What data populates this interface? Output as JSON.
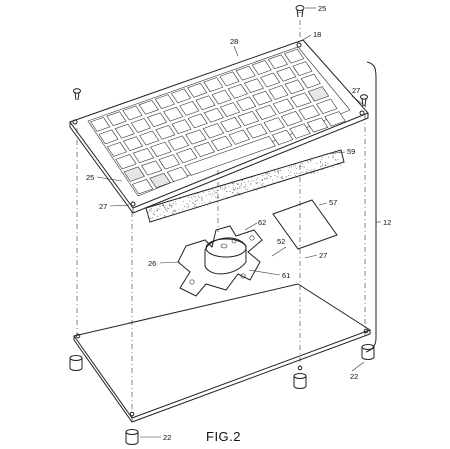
{
  "figure": {
    "caption": "FIG.2",
    "labels": {
      "l25_top": "25",
      "l28": "28",
      "l18": "18",
      "l27_right": "27",
      "l25_left": "25",
      "l27_left": "27",
      "l59": "59",
      "l12": "12",
      "l57": "57",
      "l62": "62",
      "l52": "52",
      "l27_mid": "27",
      "l26": "26",
      "l61": "61",
      "l22_right": "22",
      "l22_bottom": "22"
    }
  }
}
